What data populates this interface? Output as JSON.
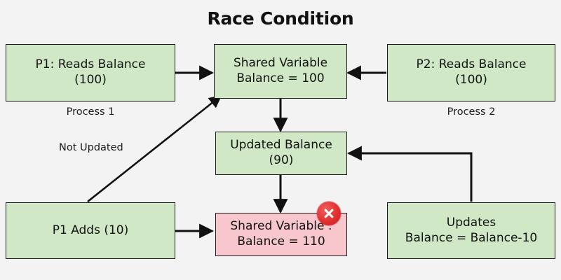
{
  "diagram": {
    "title": "Race Condition",
    "background_color": "#f3f3f3",
    "node_fill_green": "#d0e8c5",
    "node_fill_pink": "#f8c7cd",
    "node_border_color": "#1b1b1b",
    "error_badge_color": "#e03030"
  },
  "nodes": {
    "p1_read": {
      "line1": "P1: Reads Balance",
      "line2": "(100)"
    },
    "shared_top": {
      "line1": "Shared Variable",
      "line2": "Balance  = 100"
    },
    "p2_read": {
      "line1": "P2: Reads Balance",
      "line2": "(100)"
    },
    "updated_balance": {
      "line1": "Updated Balance",
      "line2": "(90)"
    },
    "p1_adds": {
      "line1": "P1 Adds (10)",
      "line2": ""
    },
    "shared_bottom": {
      "line1": "Shared Variable :",
      "line2": "Balance = 110"
    },
    "updates": {
      "line1": "Updates",
      "line2": "Balance = Balance-10"
    }
  },
  "captions": {
    "process1": "Process 1",
    "process2": "Process 2"
  },
  "edge_labels": {
    "not_updated": "Not Updated"
  },
  "badges": {
    "error": "error-x-icon"
  }
}
